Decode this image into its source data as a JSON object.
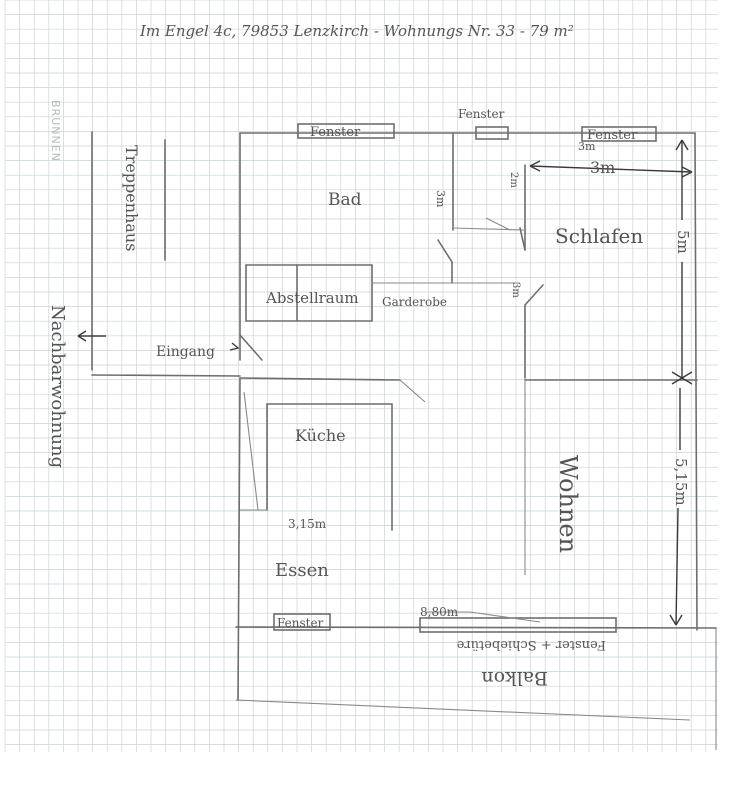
{
  "header": {
    "address": "Im Engel 4c, 79853 Lenzkirch  -  Wohnungs Nr. 33  -  79 m²"
  },
  "stamp": "BRUNNEN",
  "rooms": {
    "treppenhaus": "Treppenhaus",
    "bad": "Bad",
    "schlafen": "Schlafen",
    "abstellraum": "Abstellraum",
    "garderobe": "Garderobe",
    "eingang": "Eingang",
    "nachbarwohnung": "Nachbarwohnung",
    "kueche": "Küche",
    "essen": "Essen",
    "wohnen": "Wohnen",
    "balkon": "Balkon"
  },
  "windows": {
    "top_left": "Fenster",
    "top_middle": "Fenster",
    "top_right": "Fenster",
    "bottom_left": "Fenster",
    "bottom_balcony": "Fenster + Schiebetüre"
  },
  "dimensions": {
    "bad_height": "3m",
    "hall_small": "2m",
    "schlafen_width": "3m",
    "schlafen_width_small": "3m",
    "schlafen_height": "5m",
    "wohnen_height": "5,15m",
    "garderobe_small": "3m",
    "kueche_width": "3,15m",
    "balkon_width": "8,80m"
  },
  "colors": {
    "grid": "#c9d3d8",
    "ink": "#5a5a5a"
  }
}
